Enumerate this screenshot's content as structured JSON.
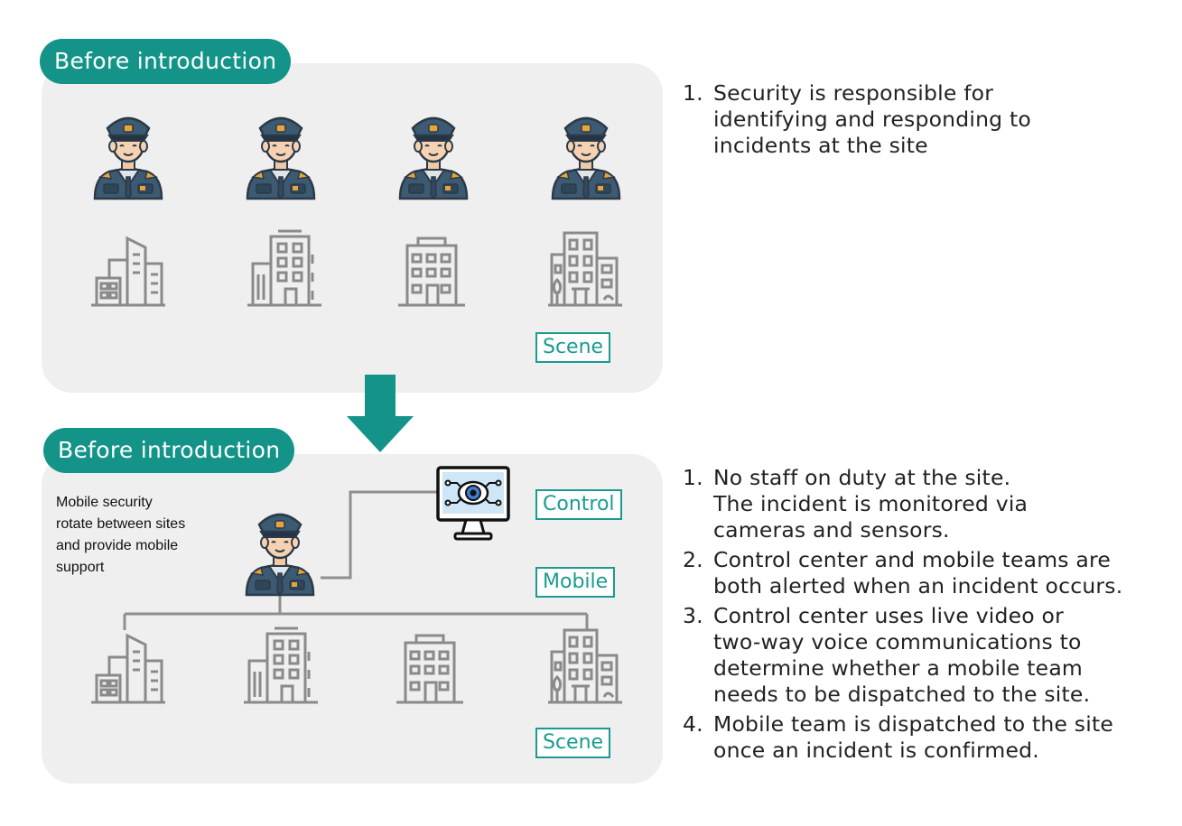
{
  "top": {
    "pill": "Before introduction",
    "tag_scene": "Scene"
  },
  "bottom": {
    "pill": "Before introduction",
    "note": "Mobile security\nrotate between sites\nand provide mobile\nsupport",
    "tag_control": "Control",
    "tag_mobile": "Mobile",
    "tag_scene": "Scene"
  },
  "list_before": [
    {
      "num": "1.",
      "text": "Security is responsible for\nidentifying and responding to\nincidents at the site"
    }
  ],
  "list_after": [
    {
      "num": "1.",
      "text": "No staff on duty at the site.\nThe incident is monitored via\ncameras and sensors."
    },
    {
      "num": "2.",
      "text": "Control center and mobile teams are\nboth alerted when an incident occurs."
    },
    {
      "num": "3.",
      "text": "Control center uses live video or\ntwo-way voice communications to\ndetermine whether a mobile team\nneeds to be dispatched to the site."
    },
    {
      "num": "4.",
      "text": "Mobile team is dispatched to the site\nonce an incident is confirmed."
    }
  ],
  "colors": {
    "accent": "#149489",
    "panel": "#efefef",
    "icon_gray": "#8a8a8a",
    "uniform": "#3d5a73"
  }
}
